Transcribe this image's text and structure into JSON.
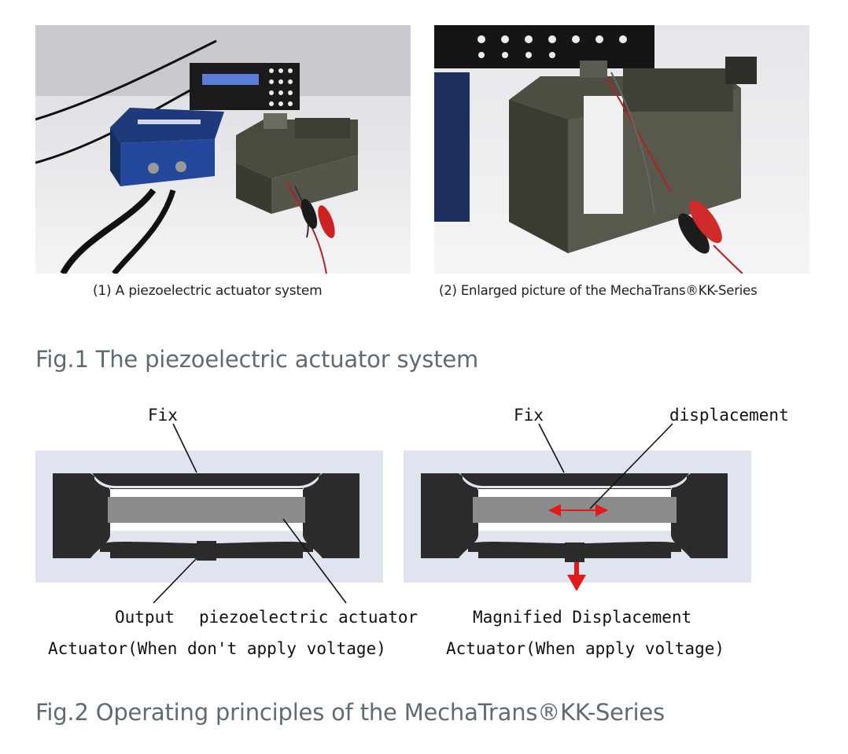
{
  "photos": [
    {
      "caption": "(1) A piezoelectric actuator system"
    },
    {
      "caption": "(2) Enlarged picture of the MechaTrans®KK-Series"
    }
  ],
  "fig1": {
    "title": "Fig.1 The piezoelectric actuator system"
  },
  "diagram": {
    "left": {
      "fix_label": "Fix",
      "output_label": "Output",
      "actuator_label": "piezoelectric actuator",
      "caption": "Actuator(When don't apply voltage)"
    },
    "right": {
      "fix_label": "Fix",
      "displacement_label": "displacement",
      "magnified_label": "Magnified Displacement",
      "caption": "Actuator(When apply voltage)"
    }
  },
  "fig2": {
    "title": "Fig.2 Operating principles of the MechaTrans®KK-Series"
  },
  "colors": {
    "frame_bg": "#dfe4f0",
    "frame_dark": "#2b2b2b",
    "piezo_gray": "#8c8c8c",
    "arrow_red": "#e21a1a",
    "title_gray": "#5f6b72"
  }
}
